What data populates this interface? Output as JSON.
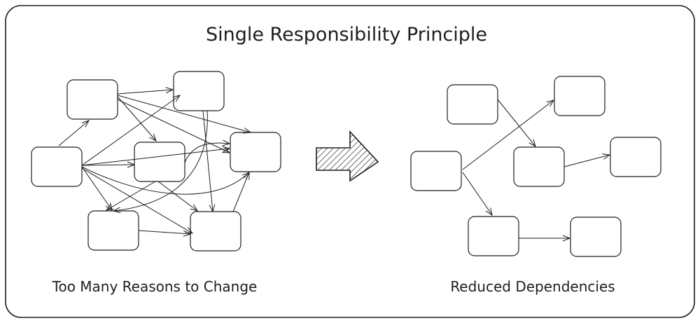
{
  "title": "Single Responsibility Principle",
  "left_panel": {
    "caption": "Too Many Reasons to Change"
  },
  "right_panel": {
    "caption": "Reduced Dependencies"
  },
  "icons": {
    "transform_arrow": "hatched-right-arrow-icon"
  },
  "colors": {
    "ink": "#1e1e1e",
    "background": "#ffffff"
  }
}
